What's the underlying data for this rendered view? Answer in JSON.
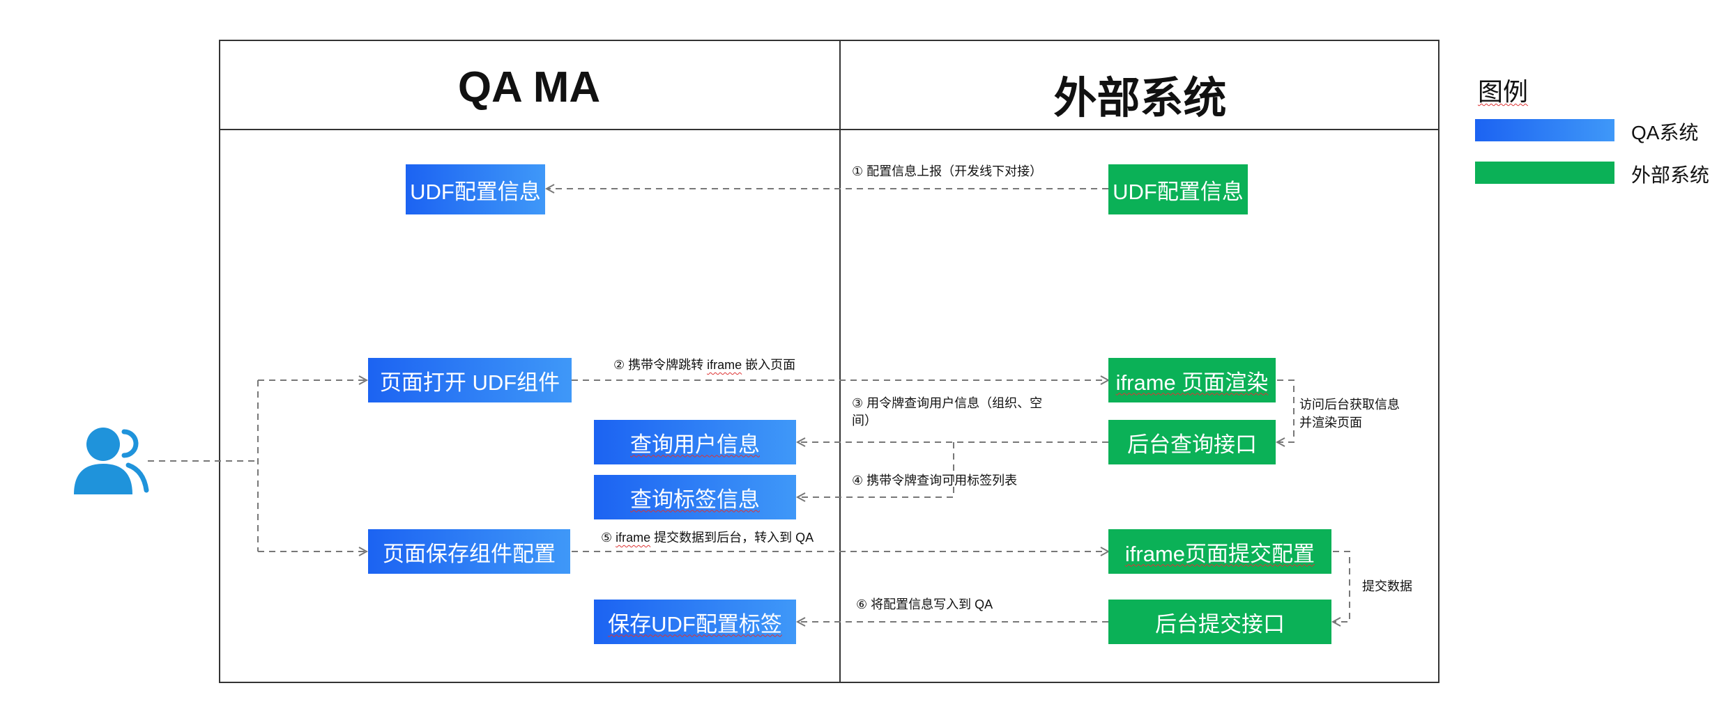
{
  "columns": {
    "left_title": "QA MA",
    "right_title": "外部系统"
  },
  "legend": {
    "title": "图例",
    "items": [
      {
        "label": "QA系统",
        "color": "#1c63f2"
      },
      {
        "label": "外部系统",
        "color": "#0bb157"
      }
    ]
  },
  "nodes": {
    "qa_udf_config": "UDF配置信息",
    "ext_udf_config": "UDF配置信息",
    "qa_open_page": "页面打开 UDF组件",
    "ext_iframe_render": "iframe 页面渲染",
    "qa_query_user": "查询用户信息",
    "ext_backend_query": "后台查询接口",
    "qa_query_tags": "查询标签信息",
    "qa_save_page": "页面保存组件配置",
    "ext_iframe_submit": "iframe页面提交配置",
    "qa_save_tags": "保存UDF配置标签",
    "ext_backend_submit": "后台提交接口"
  },
  "edges": {
    "step1": "① 配置信息上报（开发线下对接）",
    "step2_prefix": "② 携带令牌跳转 ",
    "step2_iframe": "iframe",
    "step2_suffix": " 嵌入页面",
    "step3_line1": "③ 用令牌查询用户信息（组织、空",
    "step3_line2": "间）",
    "step4": "④ 携带令牌查询可用标签列表",
    "step5_prefix": "⑤ ",
    "step5_iframe": "iframe",
    "step5_suffix": " 提交数据到后台，转入到 QA",
    "step6": "⑥ 将配置信息写入到 QA",
    "render_note_line1": "访问后台获取信息",
    "render_note_line2": "并渲染页面",
    "submit_note": "提交数据"
  },
  "colors": {
    "qa_start": "#1c63f2",
    "qa_end": "#3f98f8",
    "external": "#0bb157",
    "user_icon": "#1f93db",
    "arrow": "#777777"
  }
}
